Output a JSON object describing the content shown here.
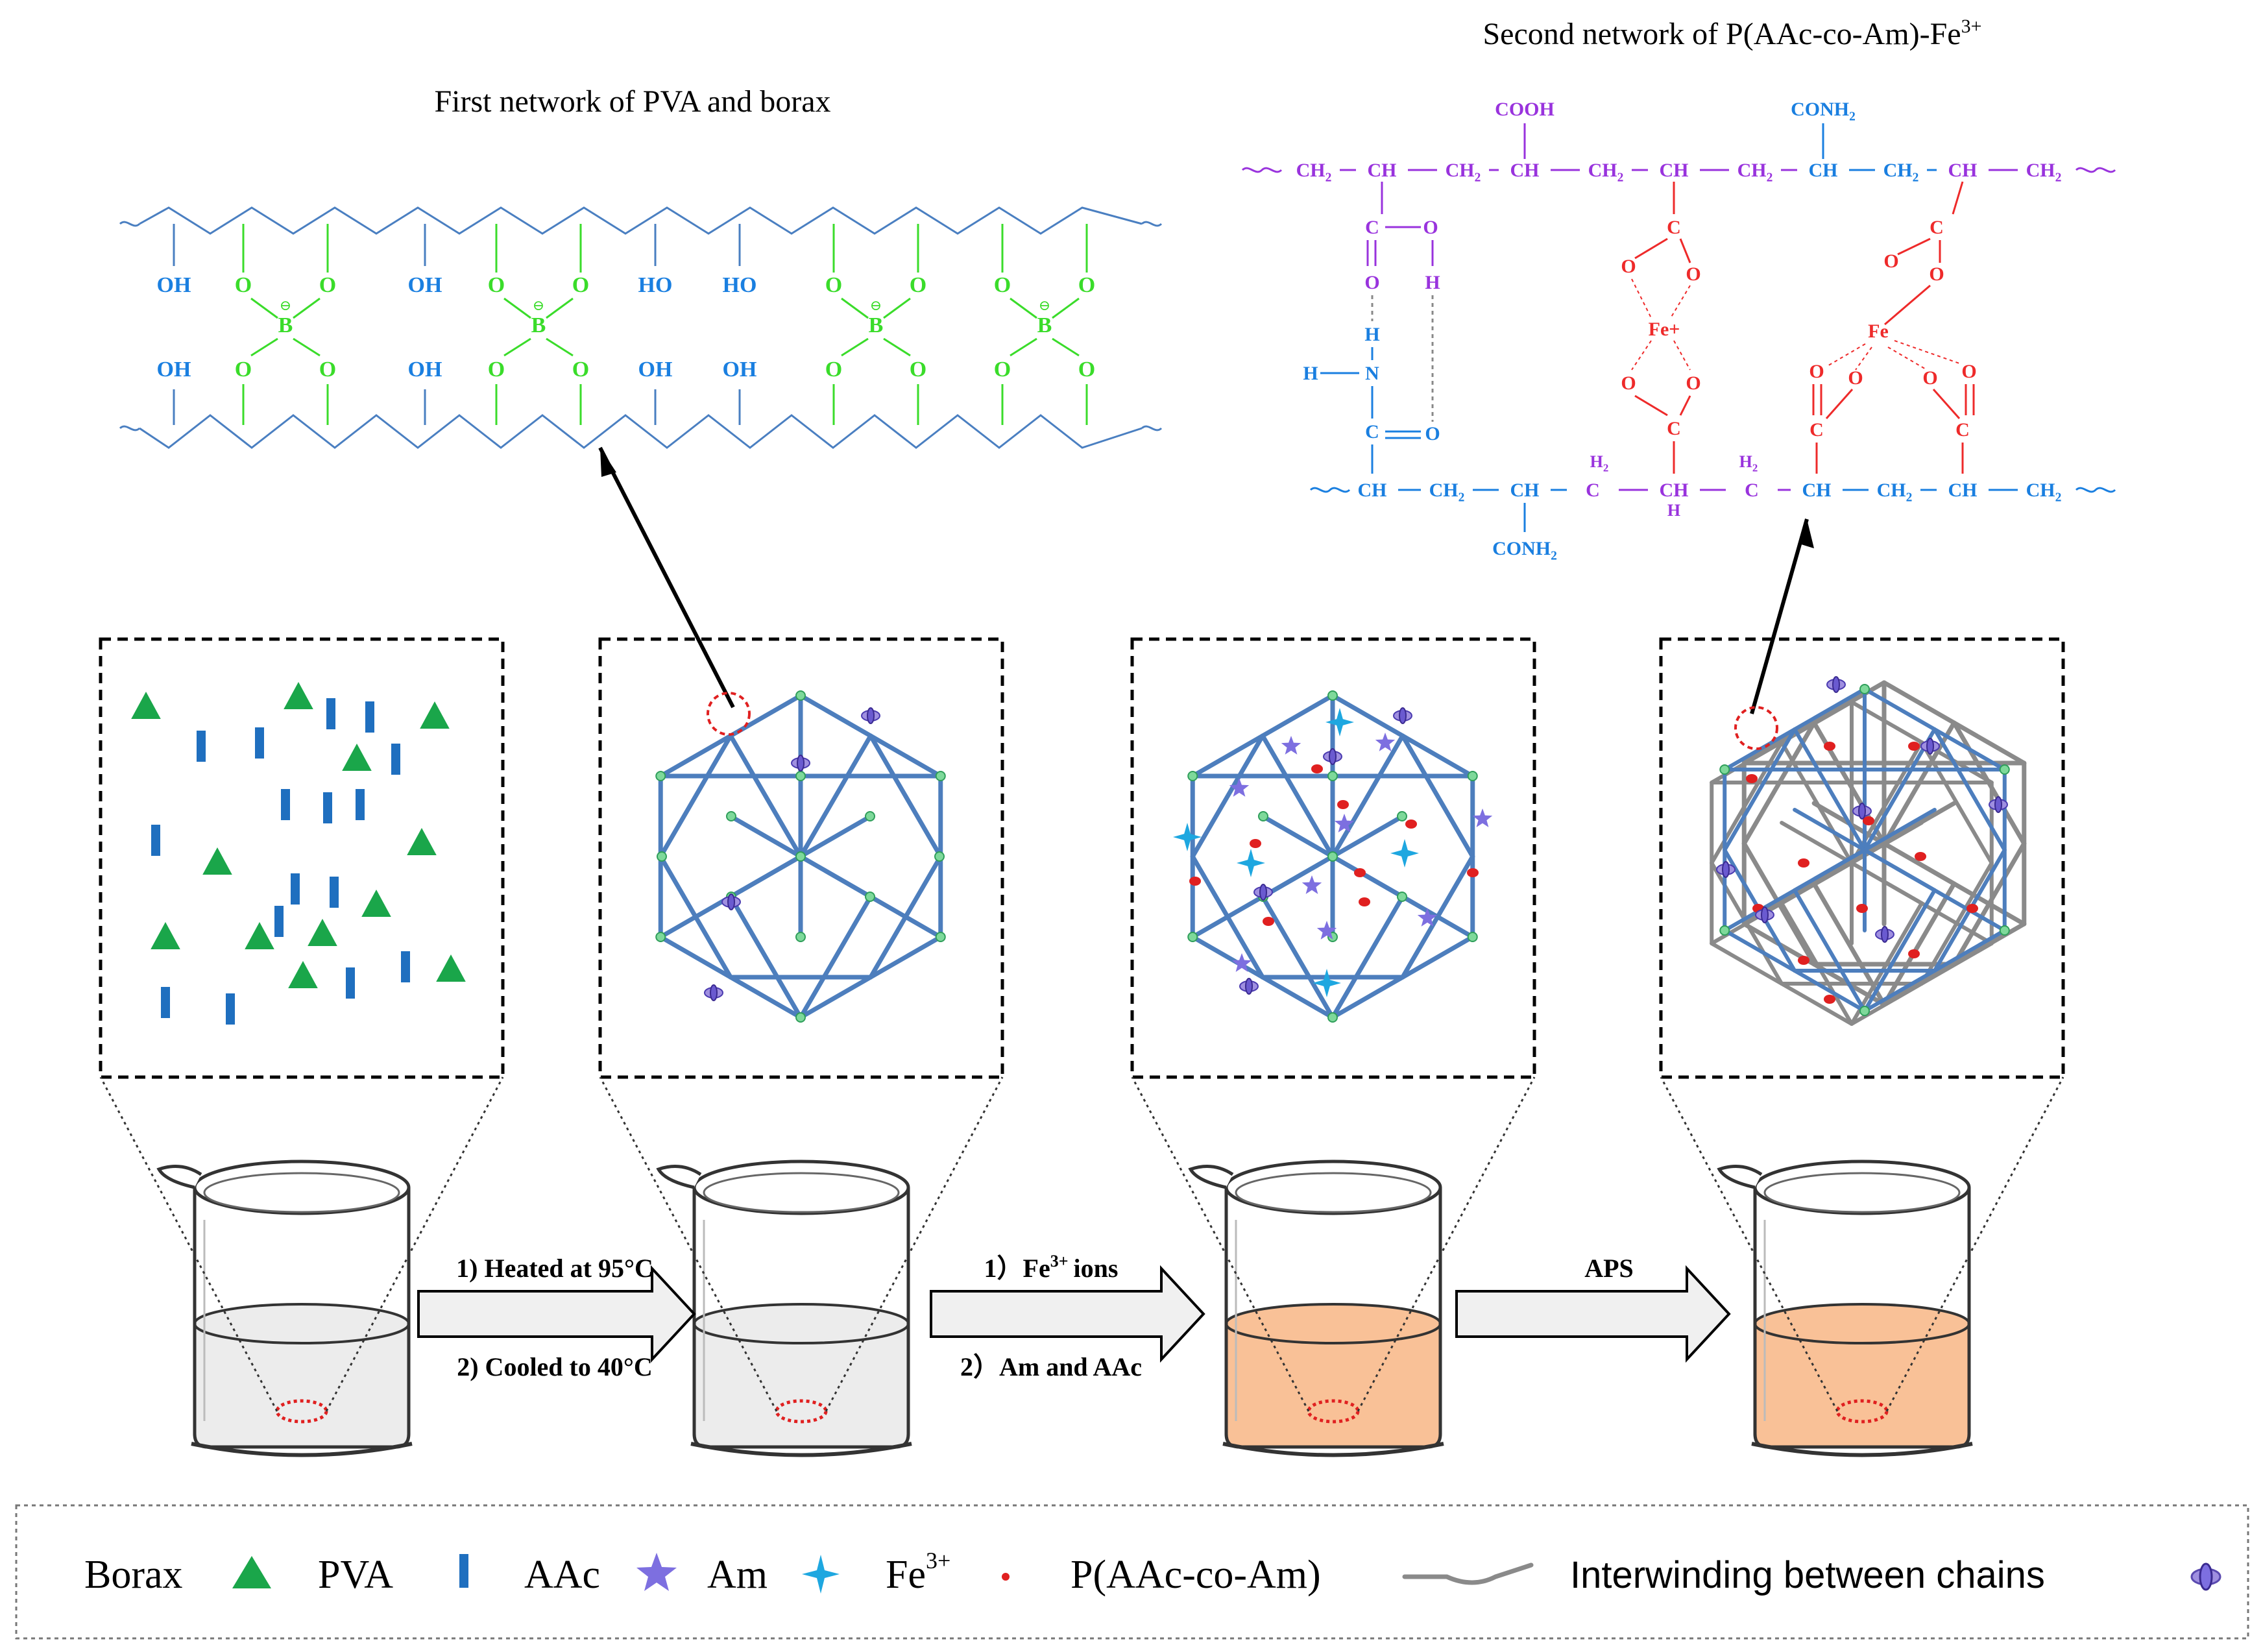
{
  "titles": {
    "first_network": "First network of PVA and borax",
    "second_network_main": "Second network of P(AAc-co-Am)-Fe",
    "second_network_sup": "3+"
  },
  "first_network": {
    "top_groups": [
      {
        "kind": "oh",
        "label": "OH"
      },
      {
        "kind": "borate",
        "o1": "O",
        "o2": "O"
      },
      {
        "kind": "oh",
        "label": "OH"
      },
      {
        "kind": "borate",
        "o1": "O",
        "o2": "O"
      },
      {
        "kind": "oh",
        "label": "HO"
      },
      {
        "kind": "oh",
        "label": "HO"
      },
      {
        "kind": "borate",
        "o1": "O",
        "o2": "O"
      },
      {
        "kind": "borate",
        "o1": "O",
        "o2": "O"
      }
    ],
    "bottom_groups": [
      {
        "kind": "oh",
        "label": "OH"
      },
      {
        "kind": "borate",
        "o1": "O",
        "o2": "O"
      },
      {
        "kind": "oh",
        "label": "OH"
      },
      {
        "kind": "borate",
        "o1": "O",
        "o2": "O"
      },
      {
        "kind": "oh",
        "label": "OH"
      },
      {
        "kind": "oh",
        "label": "OH"
      },
      {
        "kind": "borate",
        "o1": "O",
        "o2": "O"
      },
      {
        "kind": "borate",
        "o1": "O",
        "o2": "O"
      }
    ],
    "boron_label": "B",
    "charge_label": "⊖"
  },
  "second_network": {
    "top_chain": [
      "CH2",
      "CH",
      "CH2",
      "CH",
      "CH2",
      "CH",
      "CH2",
      "CH",
      "CH2",
      "CH",
      "CH2"
    ],
    "bottom_chain": [
      "CH",
      "CH2",
      "CH",
      "C",
      "CH",
      "C",
      "CH",
      "CH2",
      "CH",
      "CH2"
    ],
    "cooh": "COOH",
    "conh2_top": "CONH2",
    "conh2_bottom": "CONH2",
    "h2": "H2",
    "h": "H",
    "c": "C",
    "o": "O",
    "n": "N",
    "fe_plus": "Fe+",
    "fe": "Fe"
  },
  "arrows": {
    "step1_line1": "1) Heated at 95°C",
    "step1_line2": "2) Cooled to 40°C",
    "step2_line1_prefix": "1）Fe",
    "step2_line1_sup": "3+",
    "step2_line1_suffix": "ions",
    "step2_line2": "2）Am and AAc",
    "step3": "APS"
  },
  "legend": {
    "borax": "Borax",
    "pva": "PVA",
    "aac": "AAc",
    "am": "Am",
    "fe": "Fe",
    "fe_sup": "3+",
    "poly": "P(AAc-co-Am)",
    "interwinding": "Interwinding between  chains"
  },
  "colors": {
    "green": "#1aa64a",
    "pva_blue": "#1f6fbf",
    "star_purple": "#7d6fe0",
    "fe_cyan": "#1ea7e0",
    "red": "#e02020",
    "chain_blue": "#4a7fc1",
    "lattice_blue": "#4d7ebd",
    "lattice_gray": "#8a8a8a",
    "borate_green": "#3adc2a",
    "oh_blue": "#1a7fe0",
    "chain_purple": "#9933dd",
    "fe_red": "#ee2a2a",
    "orange_liquid": "#f9c197",
    "gray_liquid": "#ececec"
  }
}
